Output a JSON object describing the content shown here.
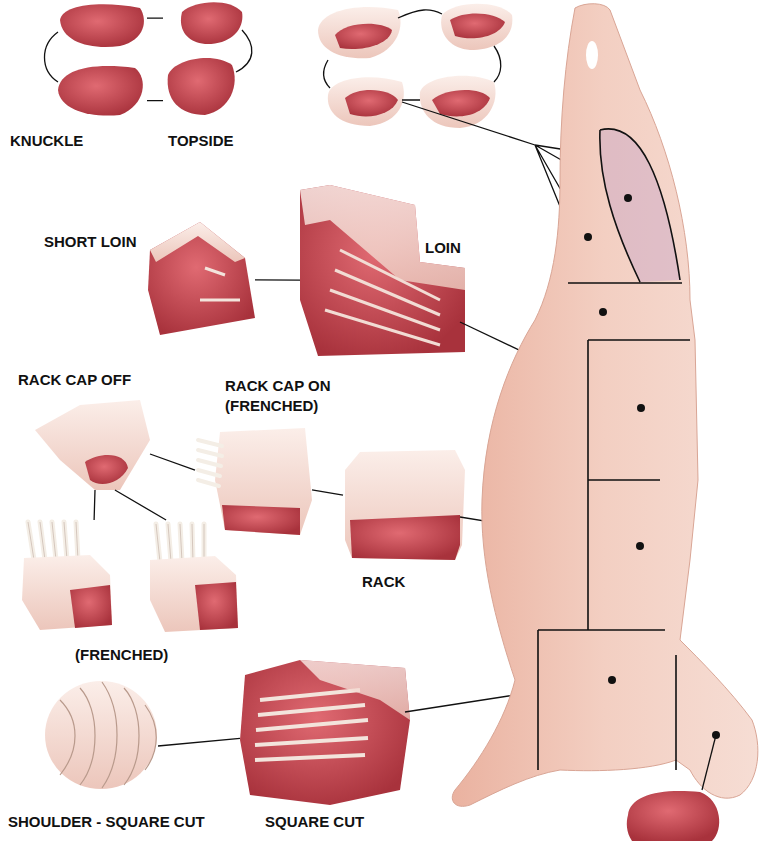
{
  "diagram": {
    "nodes": [
      {
        "text": [
          "KNUCKLE"
        ]
      },
      {
        "text": [
          "TOPSIDE"
        ]
      },
      {
        "text": [
          "SHORT LOIN"
        ]
      },
      {
        "text": [
          "LOIN"
        ]
      },
      {
        "text": [
          "RACK CAP OFF"
        ]
      },
      {
        "text": [
          "RACK CAP ON (FRENCHED)"
        ]
      },
      {
        "text": [
          "RACK"
        ]
      },
      {
        "text": [
          "(FRENCHED)"
        ]
      },
      {
        "text": [
          "SHOULDER - SQUARE CUT"
        ]
      },
      {
        "text": [
          "SQUARE CUT"
        ]
      }
    ],
    "edges": [
      {
        "from": 0,
        "to": 1,
        "arrow": "none"
      },
      {
        "from": 2,
        "to": 3,
        "arrow": "none"
      },
      {
        "from": 4,
        "to": 5,
        "arrow": "none"
      },
      {
        "from": 5,
        "to": 6,
        "arrow": "none"
      },
      {
        "from": 4,
        "to": 7,
        "arrow": "none"
      },
      {
        "from": 8,
        "to": 9,
        "arrow": "none"
      }
    ]
  }
}
